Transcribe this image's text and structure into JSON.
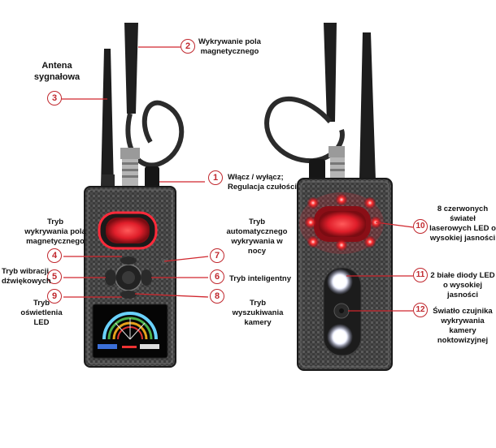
{
  "callouts": [
    {
      "num": "1",
      "text": "Włącz / wyłącz;\nRegulacja czułości"
    },
    {
      "num": "2",
      "text": "Wykrywanie pola\nmagnetycznego"
    },
    {
      "num": "3",
      "text": "Antena\nsygnałowa"
    },
    {
      "num": "4",
      "text": "Tryb\nwykrywania pola\nmagnetycznego"
    },
    {
      "num": "5",
      "text": "Tryb wibracji\ndźwiękowych"
    },
    {
      "num": "6",
      "text": "Tryb inteligentny"
    },
    {
      "num": "7",
      "text": "Tryb\nautomatycznego\nwykrywania w\nnocy"
    },
    {
      "num": "8",
      "text": "Tryb\nwyszukiwania\nkamery"
    },
    {
      "num": "9",
      "text": "Tryb\noświetlenia\nLED"
    },
    {
      "num": "10",
      "text": "8 czerwonych\nświateł\nlaserowych LED o\nwysokiej jasności"
    },
    {
      "num": "11",
      "text": "2 białe diody LED\no wysokiej\njasności"
    },
    {
      "num": "12",
      "text": "Światło czujnika\nwykrywania\nkamery\nnoktowizyjnej"
    }
  ],
  "colors": {
    "accent": "#c0272d",
    "leader": "#d0262d"
  }
}
